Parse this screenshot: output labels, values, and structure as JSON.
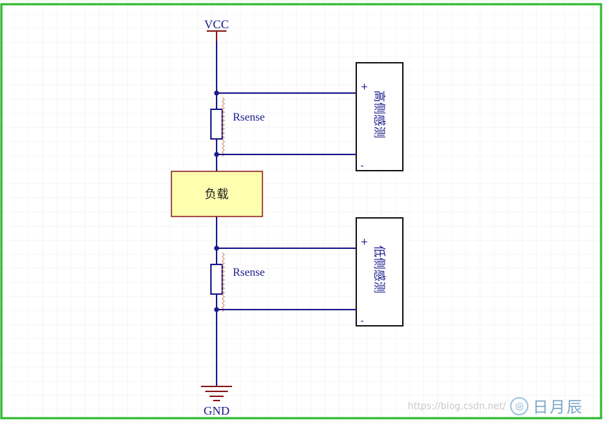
{
  "power": {
    "vcc_label": "VCC",
    "gnd_label": "GND"
  },
  "resistors": {
    "top_label": "Rsense",
    "bottom_label": "Rsense"
  },
  "load": {
    "label": "负载"
  },
  "high_side_block": {
    "label": "高侧感测",
    "plus": "+",
    "minus": "-"
  },
  "low_side_block": {
    "label": "低侧感测",
    "plus": "+",
    "minus": "-"
  },
  "watermark": {
    "url": "https://blog.csdn.net/",
    "logo_text": "日月辰"
  },
  "colors": {
    "wire": "#1a1a8c",
    "wire_red": "#8b1a1a",
    "border": "#2eb82e",
    "grid": "#eeeeee",
    "load_fill": "#ffffb0",
    "load_stroke": "#8b1a1a",
    "resistor_stroke": "#1a1a8c",
    "dot": "#1a1a8c"
  }
}
